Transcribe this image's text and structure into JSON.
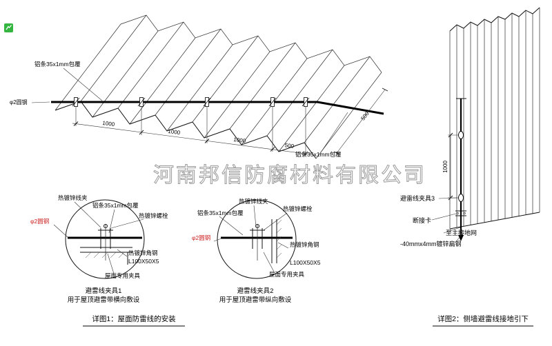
{
  "colors": {
    "line": "#1a1a1a",
    "red": "#cc2222",
    "watermark": "#9a9a9a",
    "green": "#33b540"
  },
  "watermark_text": "河南邦信防腐材料有限公司",
  "roof_view": {
    "label_al_strip_top": "铝条35x1mm包覆",
    "label_round_steel": "φ2圆钢",
    "label_al_strip_right": "铝条35x1mm包覆",
    "dims": [
      "1000",
      "1000",
      "1000",
      "500"
    ],
    "dim_right": "500"
  },
  "detail1": {
    "label_clip": "热镀锌线夹",
    "label_al_strip": "铝条35x1mm包覆",
    "label_bolt": "热镀锌螺栓",
    "label_round_steel": "φ2圆钢",
    "label_angle_steel": "热镀锌角钢",
    "label_angle_spec": "L100X50X5",
    "label_roof_clamp": "屋面专用夹具",
    "title": "避雷线夹具1",
    "subtitle": "用于屋顶避雷带横向敷设"
  },
  "detail2": {
    "label_al_strip": "铝条35x1mm包覆",
    "label_clip": "热镀锌线夹",
    "label_bolt": "热镀锌螺栓",
    "label_round_steel": "φ2圆钢",
    "label_angle_steel": "热镀锌角钢",
    "label_angle_spec": "L100X50X5",
    "label_roof_clamp": "屋面专用夹具",
    "title": "避雷线夹具2",
    "subtitle": "用于屋顶避雷带纵向敷设"
  },
  "wall_view": {
    "dim_vertical": "1000",
    "label_clamp3": "避雷线夹具3",
    "label_disconnect": "断接卡",
    "label_to_ground": "至主接地网",
    "label_flat_steel": "-40mmx4mm镀锌扁钢"
  },
  "captions": {
    "detail1": "详图1：屋面防雷线的安装",
    "detail2": "详图2：侧墙避雷线接地引下"
  }
}
